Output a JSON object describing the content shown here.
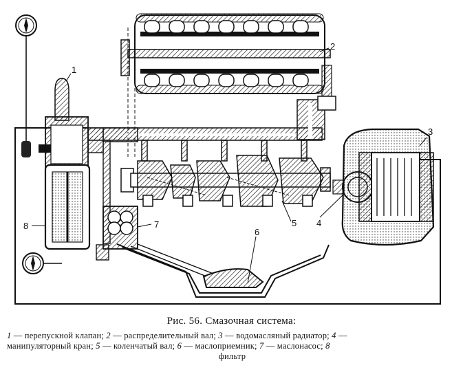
{
  "figure": {
    "callouts": [
      {
        "id": "1",
        "text": "1"
      },
      {
        "id": "2",
        "text": "2"
      },
      {
        "id": "3",
        "text": "3"
      },
      {
        "id": "4",
        "text": "4"
      },
      {
        "id": "5",
        "text": "5"
      },
      {
        "id": "6",
        "text": "6"
      },
      {
        "id": "7",
        "text": "7"
      },
      {
        "id": "8",
        "text": "8"
      }
    ]
  },
  "caption": {
    "title": "Рис. 56. Смазочная система:",
    "legend": [
      {
        "num": "1",
        "text": "— перепускной клапан;"
      },
      {
        "num": "2",
        "text": "— распределительный вал;"
      },
      {
        "num": "3",
        "text": "— водомасляный радиатор;"
      },
      {
        "num": "4",
        "text": "—"
      },
      {
        "num": "",
        "text": "манипуляторный кран;"
      },
      {
        "num": "5",
        "text": "— коленчатый вал;"
      },
      {
        "num": "6",
        "text": "— маслоприемник;"
      },
      {
        "num": "7",
        "text": "— маслонасос;"
      },
      {
        "num": "8",
        "text": ""
      },
      {
        "num": "",
        "text": "фильтр"
      }
    ]
  }
}
